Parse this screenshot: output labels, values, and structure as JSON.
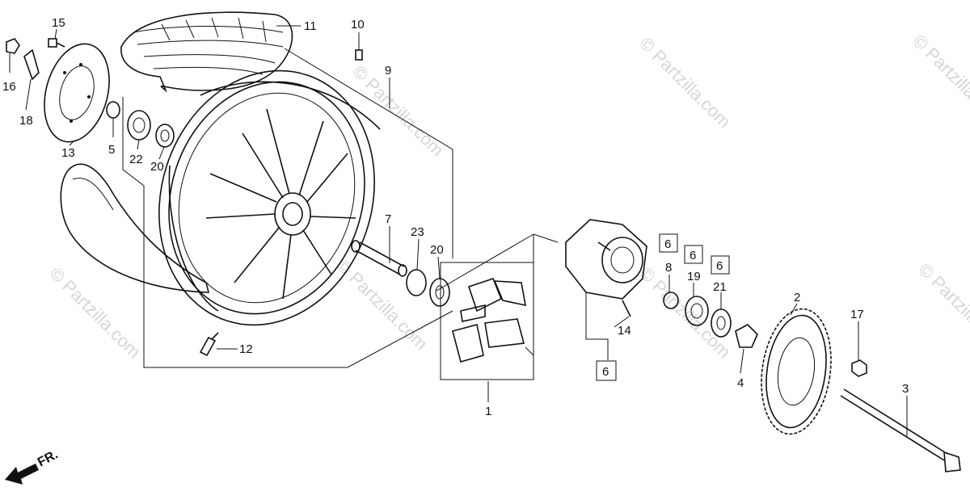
{
  "diagram": {
    "watermark_copyright": "© Partzilla.com",
    "watermark_tiled": "© Partzilla.com",
    "direction_marker": "FR.",
    "callouts": [
      {
        "id": "c15",
        "label": "15",
        "part": "bolt"
      },
      {
        "id": "c16",
        "label": "16",
        "part": "nut"
      },
      {
        "id": "c18",
        "label": "18",
        "part": "plate"
      },
      {
        "id": "c13",
        "label": "13",
        "part": "brake-disc"
      },
      {
        "id": "c5",
        "label": "5",
        "part": "collar"
      },
      {
        "id": "c22",
        "label": "22",
        "part": "bearing"
      },
      {
        "id": "c20a",
        "label": "20",
        "part": "seal"
      },
      {
        "id": "c11",
        "label": "11",
        "part": "tire"
      },
      {
        "id": "c10",
        "label": "10",
        "part": "weight"
      },
      {
        "id": "c9",
        "label": "9",
        "part": "wheel-rim"
      },
      {
        "id": "c7",
        "label": "7",
        "part": "spacer-tube"
      },
      {
        "id": "c23",
        "label": "23",
        "part": "o-ring"
      },
      {
        "id": "c20b",
        "label": "20",
        "part": "seal"
      },
      {
        "id": "c12",
        "label": "12",
        "part": "valve"
      },
      {
        "id": "c1",
        "label": "1",
        "part": "damper-set"
      },
      {
        "id": "c14",
        "label": "14",
        "part": "stud-bolt"
      },
      {
        "id": "c8",
        "label": "8",
        "part": "collar"
      },
      {
        "id": "c19",
        "label": "19",
        "part": "bearing"
      },
      {
        "id": "c21",
        "label": "21",
        "part": "seal"
      },
      {
        "id": "c4",
        "label": "4",
        "part": "collar"
      },
      {
        "id": "c2",
        "label": "2",
        "part": "sprocket"
      },
      {
        "id": "c17",
        "label": "17",
        "part": "nut"
      },
      {
        "id": "c3",
        "label": "3",
        "part": "axle"
      }
    ],
    "boxed_callouts": [
      {
        "id": "b6a",
        "label": "6"
      },
      {
        "id": "b6b",
        "label": "6"
      },
      {
        "id": "b6c",
        "label": "6"
      },
      {
        "id": "b6d",
        "label": "6"
      }
    ]
  }
}
